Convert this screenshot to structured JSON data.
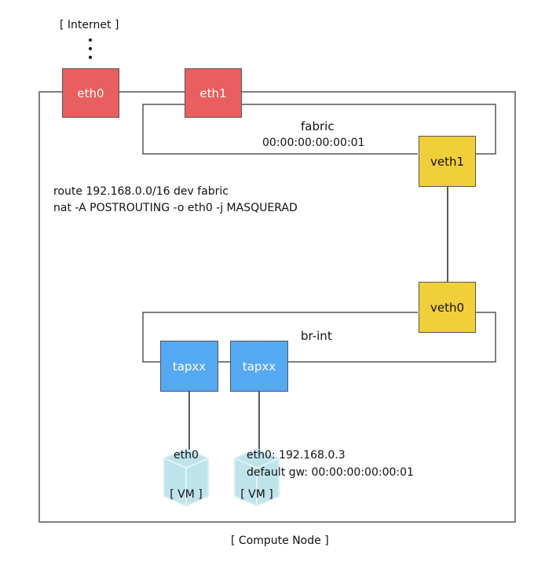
{
  "internet_label": "[ Internet ]",
  "compute_node_label": "[ Compute Node ]",
  "interfaces": {
    "eth0": {
      "label": "eth0",
      "color": "#e95f5f"
    },
    "eth1": {
      "label": "eth1",
      "color": "#e95f5f"
    },
    "veth1": {
      "label": "veth1",
      "color": "#f1cf3a"
    },
    "veth0": {
      "label": "veth0",
      "color": "#f1cf3a"
    },
    "tap1": {
      "label": "tapxx",
      "color": "#55a8f2"
    },
    "tap2": {
      "label": "tapxx",
      "color": "#55a8f2"
    }
  },
  "bridges": {
    "fabric": {
      "name": "fabric",
      "mac": "00:00:00:00:00:01"
    },
    "br_int": {
      "name": "br-int"
    }
  },
  "host_config": {
    "route": "route 192.168.0.0/16 dev fabric",
    "nat": "nat -A POSTROUTING -o eth0 -j MASQUERAD"
  },
  "vms": [
    {
      "iface": "eth0",
      "tag": "[ VM ]"
    },
    {
      "iface": "",
      "tag": "[ VM ]"
    }
  ],
  "vm2_details": {
    "ip": "eth0: 192.168.0.3",
    "gw": "default gw: 00:00:00:00:00:01"
  }
}
